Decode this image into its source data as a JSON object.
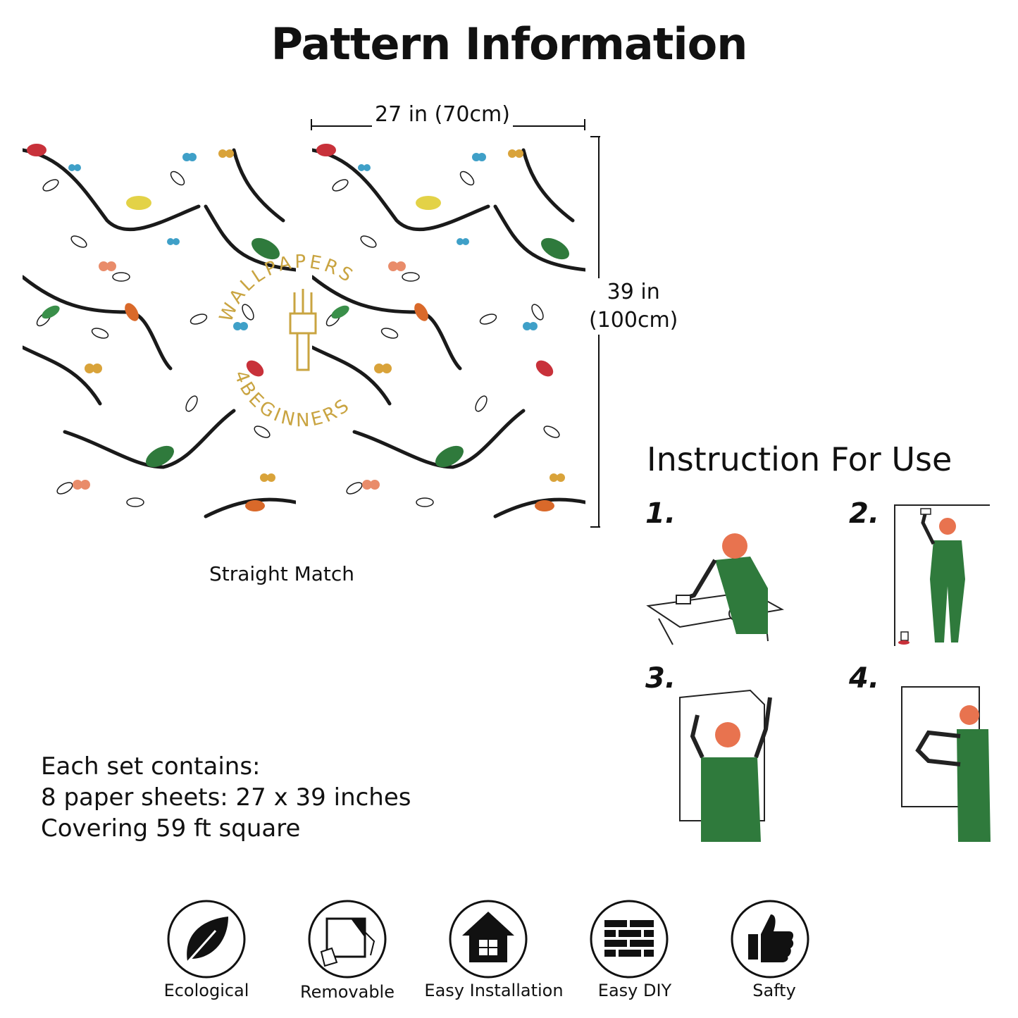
{
  "header": {
    "title": "Pattern Information"
  },
  "pattern": {
    "width_label": "27 in (70cm)",
    "height_line1": "39 in",
    "height_line2": "(100cm)",
    "caption": "Straight Match",
    "watermark_top": "WALLPAPERS",
    "watermark_bottom": "4BEGINNERS"
  },
  "instructions": {
    "title": "Instruction For Use",
    "steps": [
      {
        "number": "1."
      },
      {
        "number": "2."
      },
      {
        "number": "3."
      },
      {
        "number": "4."
      }
    ]
  },
  "contents": {
    "line1": "Each set contains:",
    "line2": "8 paper sheets: 27 x 39 inches",
    "line3": "Covering 59 ft square"
  },
  "features": [
    {
      "label": "Ecological",
      "icon": "leaf-icon"
    },
    {
      "label": "Removable",
      "icon": "peel-icon"
    },
    {
      "label": "Easy Installation",
      "icon": "house-icon"
    },
    {
      "label": "Easy DIY",
      "icon": "brick-wall-icon"
    },
    {
      "label": "Safty",
      "icon": "thumbs-up-icon"
    }
  ],
  "colors": {
    "uniform_green": "#2f7a3c",
    "skin_orange": "#e8734f",
    "butterfly_blue": "#3fa0c8",
    "butterfly_orange": "#e98c6a",
    "butterfly_gold": "#d9a33a",
    "bird_red": "#c8313a",
    "bird_yellow": "#e3d247",
    "watermark_gold": "#c9a441"
  }
}
